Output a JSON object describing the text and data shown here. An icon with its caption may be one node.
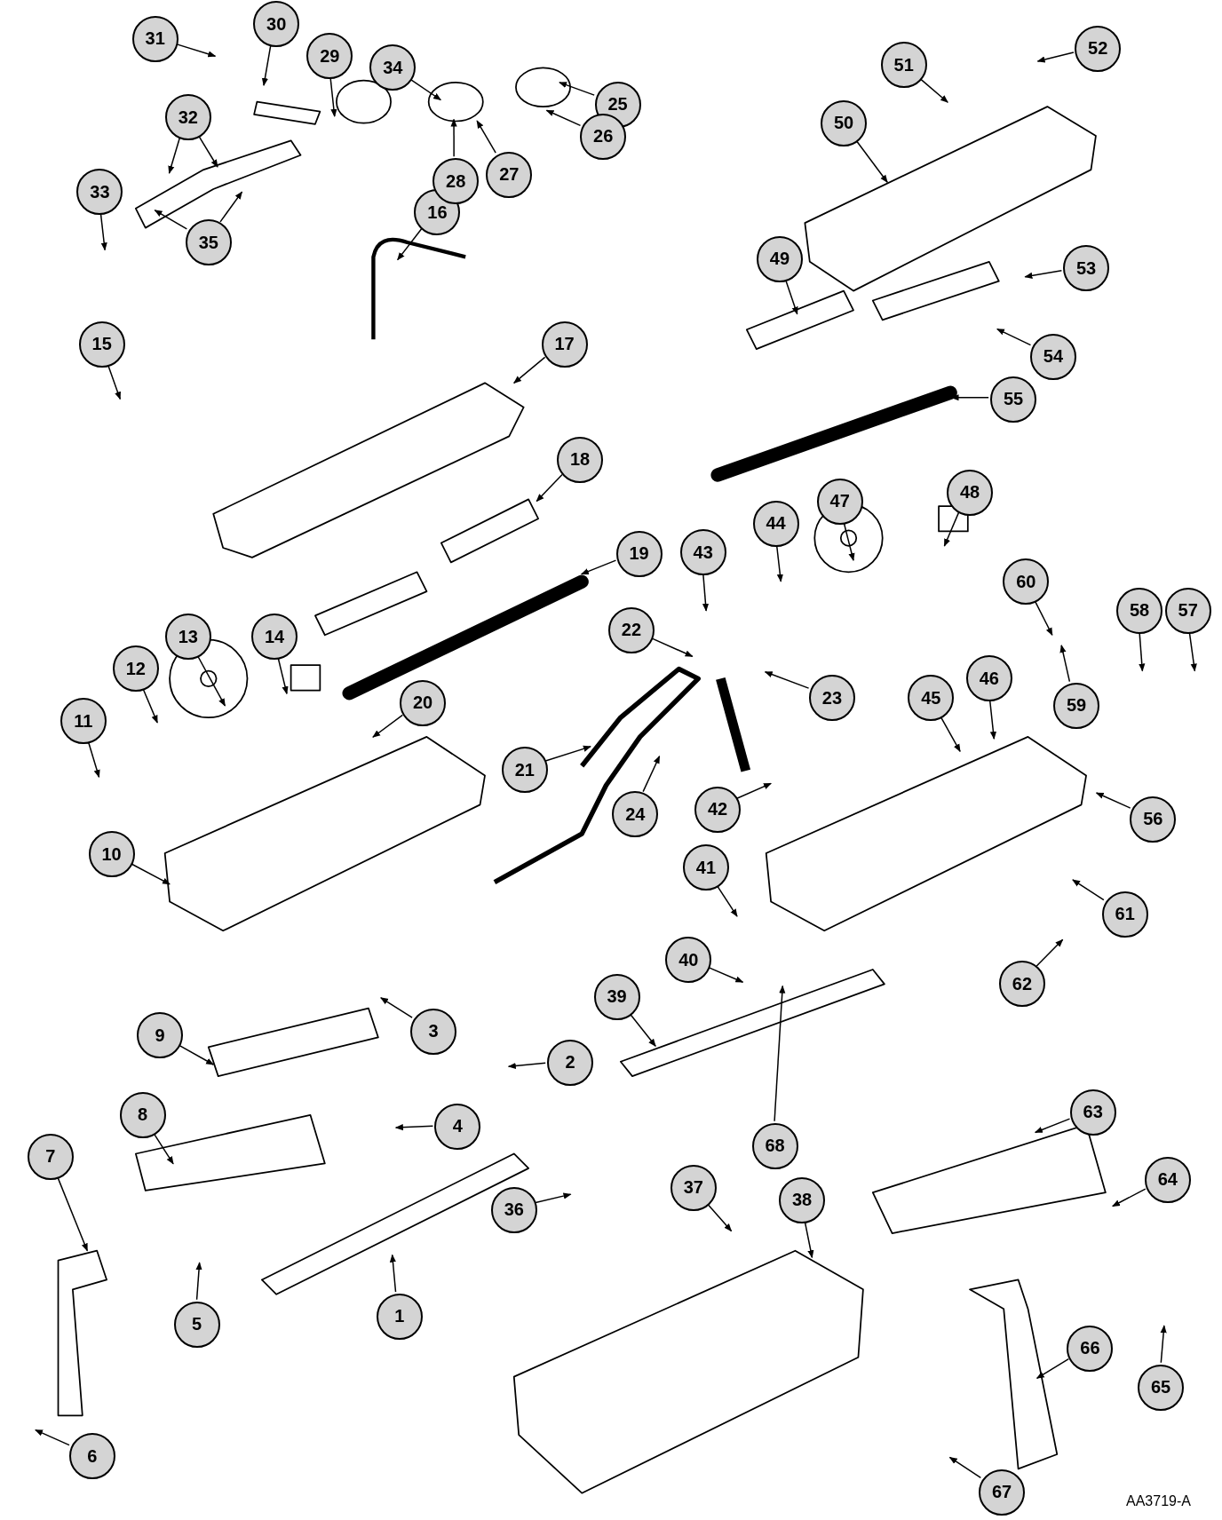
{
  "diagram": {
    "nodes": [
      {
        "text": [
          "1"
        ]
      },
      {
        "text": [
          "2"
        ]
      },
      {
        "text": [
          "3"
        ]
      },
      {
        "text": [
          "4"
        ]
      },
      {
        "text": [
          "5"
        ]
      },
      {
        "text": [
          "6"
        ]
      },
      {
        "text": [
          "7"
        ]
      },
      {
        "text": [
          "8"
        ]
      },
      {
        "text": [
          "9"
        ]
      },
      {
        "text": [
          "10"
        ]
      },
      {
        "text": [
          "11"
        ]
      },
      {
        "text": [
          "12"
        ]
      },
      {
        "text": [
          "13"
        ]
      },
      {
        "text": [
          "14"
        ]
      },
      {
        "text": [
          "15"
        ]
      },
      {
        "text": [
          "16"
        ]
      },
      {
        "text": [
          "17"
        ]
      },
      {
        "text": [
          "18"
        ]
      },
      {
        "text": [
          "19"
        ]
      },
      {
        "text": [
          "20"
        ]
      },
      {
        "text": [
          "21"
        ]
      },
      {
        "text": [
          "22"
        ]
      },
      {
        "text": [
          "23"
        ]
      },
      {
        "text": [
          "24"
        ]
      },
      {
        "text": [
          "25"
        ]
      },
      {
        "text": [
          "26"
        ]
      },
      {
        "text": [
          "27"
        ]
      },
      {
        "text": [
          "28"
        ]
      },
      {
        "text": [
          "29"
        ]
      },
      {
        "text": [
          "30"
        ]
      },
      {
        "text": [
          "31"
        ]
      },
      {
        "text": [
          "32"
        ]
      },
      {
        "text": [
          "33"
        ]
      },
      {
        "text": [
          "34"
        ]
      },
      {
        "text": [
          "35"
        ]
      },
      {
        "text": [
          "36"
        ]
      },
      {
        "text": [
          "37"
        ]
      },
      {
        "text": [
          "38"
        ]
      },
      {
        "text": [
          "39"
        ]
      },
      {
        "text": [
          "40"
        ]
      },
      {
        "text": [
          "41"
        ]
      },
      {
        "text": [
          "42"
        ]
      },
      {
        "text": [
          "43"
        ]
      },
      {
        "text": [
          "44"
        ]
      },
      {
        "text": [
          "45"
        ]
      },
      {
        "text": [
          "46"
        ]
      },
      {
        "text": [
          "47"
        ]
      },
      {
        "text": [
          "48"
        ]
      },
      {
        "text": [
          "49"
        ]
      },
      {
        "text": [
          "50"
        ]
      },
      {
        "text": [
          "51"
        ]
      },
      {
        "text": [
          "52"
        ]
      },
      {
        "text": [
          "53"
        ]
      },
      {
        "text": [
          "54"
        ]
      },
      {
        "text": [
          "55"
        ]
      },
      {
        "text": [
          "56"
        ]
      },
      {
        "text": [
          "57"
        ]
      },
      {
        "text": [
          "58"
        ]
      },
      {
        "text": [
          "59"
        ]
      },
      {
        "text": [
          "60"
        ]
      },
      {
        "text": [
          "61"
        ]
      },
      {
        "text": [
          "62"
        ]
      },
      {
        "text": [
          "63"
        ]
      },
      {
        "text": [
          "64"
        ]
      },
      {
        "text": [
          "65"
        ]
      },
      {
        "text": [
          "66"
        ]
      },
      {
        "text": [
          "67"
        ]
      },
      {
        "text": [
          "68"
        ]
      }
    ],
    "edges": [
      {
        "from": 0,
        "to": null,
        "arrow": "to"
      },
      {
        "from": 1,
        "to": null,
        "arrow": "to"
      },
      {
        "from": 2,
        "to": null,
        "arrow": "to"
      },
      {
        "from": 3,
        "to": null,
        "arrow": "to"
      },
      {
        "from": 4,
        "to": null,
        "arrow": "to"
      },
      {
        "from": 5,
        "to": null,
        "arrow": "to"
      },
      {
        "from": 6,
        "to": null,
        "arrow": "to"
      },
      {
        "from": 7,
        "to": null,
        "arrow": "to"
      },
      {
        "from": 8,
        "to": null,
        "arrow": "to"
      },
      {
        "from": 9,
        "to": null,
        "arrow": "to"
      },
      {
        "from": 10,
        "to": null,
        "arrow": "to"
      },
      {
        "from": 11,
        "to": null,
        "arrow": "to"
      },
      {
        "from": 12,
        "to": null,
        "arrow": "to"
      },
      {
        "from": 13,
        "to": null,
        "arrow": "to"
      },
      {
        "from": 14,
        "to": null,
        "arrow": "to"
      },
      {
        "from": 15,
        "to": null,
        "arrow": "to"
      },
      {
        "from": 16,
        "to": null,
        "arrow": "to"
      },
      {
        "from": 17,
        "to": null,
        "arrow": "to"
      },
      {
        "from": 18,
        "to": null,
        "arrow": "to"
      },
      {
        "from": 19,
        "to": null,
        "arrow": "to"
      },
      {
        "from": 20,
        "to": null,
        "arrow": "to"
      },
      {
        "from": 21,
        "to": null,
        "arrow": "to"
      },
      {
        "from": 22,
        "to": null,
        "arrow": "to"
      },
      {
        "from": 23,
        "to": null,
        "arrow": "to"
      },
      {
        "from": 24,
        "to": null,
        "arrow": "to"
      },
      {
        "from": 25,
        "to": null,
        "arrow": "to"
      },
      {
        "from": 26,
        "to": null,
        "arrow": "to"
      },
      {
        "from": 27,
        "to": null,
        "arrow": "to"
      },
      {
        "from": 28,
        "to": null,
        "arrow": "to"
      },
      {
        "from": 29,
        "to": null,
        "arrow": "to"
      },
      {
        "from": 30,
        "to": null,
        "arrow": "to"
      },
      {
        "from": 31,
        "to": null,
        "arrow": "to"
      },
      {
        "from": 31,
        "to": null,
        "arrow": "to"
      },
      {
        "from": 32,
        "to": null,
        "arrow": "to"
      },
      {
        "from": 33,
        "to": null,
        "arrow": "to"
      },
      {
        "from": 34,
        "to": null,
        "arrow": "to"
      },
      {
        "from": 34,
        "to": null,
        "arrow": "to"
      },
      {
        "from": 35,
        "to": null,
        "arrow": "to"
      },
      {
        "from": 36,
        "to": null,
        "arrow": "to"
      },
      {
        "from": 37,
        "to": null,
        "arrow": "to"
      },
      {
        "from": 38,
        "to": null,
        "arrow": "to"
      },
      {
        "from": 39,
        "to": null,
        "arrow": "to"
      },
      {
        "from": 40,
        "to": null,
        "arrow": "to"
      },
      {
        "from": 41,
        "to": null,
        "arrow": "to"
      },
      {
        "from": 42,
        "to": null,
        "arrow": "to"
      },
      {
        "from": 43,
        "to": null,
        "arrow": "to"
      },
      {
        "from": 44,
        "to": null,
        "arrow": "to"
      },
      {
        "from": 45,
        "to": null,
        "arrow": "to"
      },
      {
        "from": 46,
        "to": null,
        "arrow": "to"
      },
      {
        "from": 47,
        "to": null,
        "arrow": "to"
      },
      {
        "from": 48,
        "to": null,
        "arrow": "to"
      },
      {
        "from": 49,
        "to": null,
        "arrow": "to"
      },
      {
        "from": 50,
        "to": null,
        "arrow": "to"
      },
      {
        "from": 51,
        "to": null,
        "arrow": "to"
      },
      {
        "from": 52,
        "to": null,
        "arrow": "to"
      },
      {
        "from": 53,
        "to": null,
        "arrow": "to"
      },
      {
        "from": 54,
        "to": null,
        "arrow": "to"
      },
      {
        "from": 55,
        "to": null,
        "arrow": "to"
      },
      {
        "from": 56,
        "to": null,
        "arrow": "to"
      },
      {
        "from": 57,
        "to": null,
        "arrow": "to"
      },
      {
        "from": 58,
        "to": null,
        "arrow": "to"
      },
      {
        "from": 59,
        "to": null,
        "arrow": "to"
      },
      {
        "from": 60,
        "to": null,
        "arrow": "to"
      },
      {
        "from": 61,
        "to": null,
        "arrow": "to"
      },
      {
        "from": 62,
        "to": null,
        "arrow": "to"
      },
      {
        "from": 63,
        "to": null,
        "arrow": "to"
      },
      {
        "from": 64,
        "to": null,
        "arrow": "to"
      },
      {
        "from": 65,
        "to": null,
        "arrow": "to"
      },
      {
        "from": 66,
        "to": null,
        "arrow": "to"
      },
      {
        "from": 67,
        "to": null,
        "arrow": "to"
      }
    ],
    "labels": [
      "AA3719-A"
    ]
  }
}
